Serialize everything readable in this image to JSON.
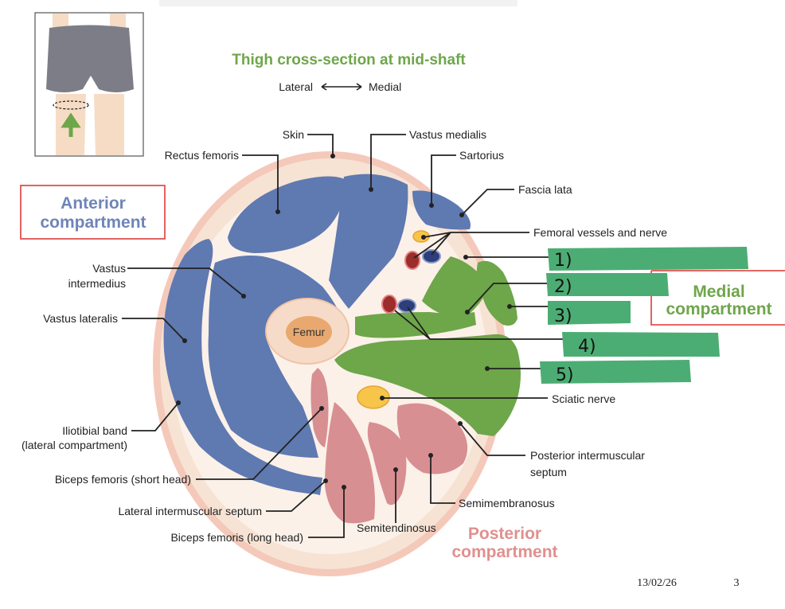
{
  "title": "Thigh cross-section at mid-shaft",
  "orientation": {
    "lateral": "Lateral",
    "medial": "Medial"
  },
  "compartments": {
    "anterior": [
      "Anterior",
      "compartment"
    ],
    "medial": [
      "Medial",
      "compartment"
    ],
    "posterior": [
      "Posterior",
      "compartment"
    ]
  },
  "bone": {
    "femur": "Femur"
  },
  "labels": {
    "skin": "Skin",
    "vastus_medialis": "Vastus medialis",
    "rectus_femoris": "Rectus femoris",
    "sartorius": "Sartorius",
    "fascia_lata": "Fascia lata",
    "femoral_vessels": "Femoral vessels and nerve",
    "vastus_intermedius": [
      "Vastus",
      "intermedius"
    ],
    "vastus_lateralis": "Vastus lateralis",
    "iliotibial_band": [
      "Iliotibial band",
      "(lateral compartment)"
    ],
    "biceps_short": "Biceps femoris (short head)",
    "lateral_septum": "Lateral intermuscular septum",
    "biceps_long": "Biceps femoris (long head)",
    "semitendinosus": "Semitendinosus",
    "semimembranosus": "Semimembranosus",
    "posterior_septum": [
      "Posterior intermuscular",
      "septum"
    ],
    "sciatic_nerve": "Sciatic nerve"
  },
  "quiz_blanks": [
    "1)",
    "2)",
    "3)",
    "4)",
    "5)"
  ],
  "footer": {
    "date": "13/02/26",
    "page": "3"
  },
  "colors": {
    "anterior": "#5f79b1",
    "medial": "#6ea64a",
    "posterior": "#d88f92",
    "skin": "#f4c9ba",
    "tissue": "#f7e3d4",
    "blank_bar": "#4cad74",
    "compartment_border": "#e0524f"
  }
}
